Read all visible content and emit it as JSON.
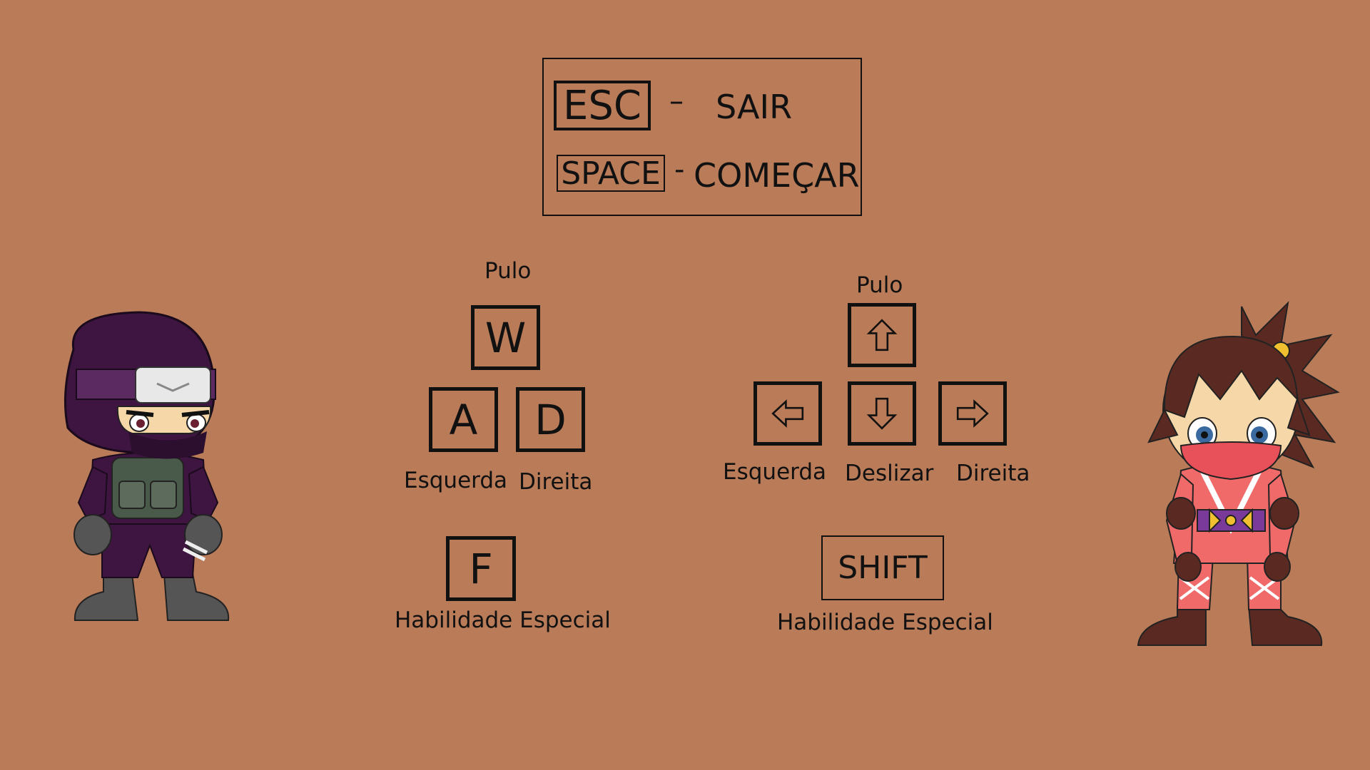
{
  "menu": {
    "esc_key": "ESC",
    "esc_dash": "–",
    "esc_action": "SAIR",
    "space_key": "SPACE",
    "space_dash": "-",
    "space_action": "COMEÇAR"
  },
  "player1": {
    "jump_label": "Pulo",
    "up_key": "W",
    "left_key": "A",
    "right_key": "D",
    "left_label": "Esquerda",
    "right_label": "Direita",
    "special_key": "F",
    "special_label": "Habilidade Especial"
  },
  "player2": {
    "jump_label": "Pulo",
    "up_icon": "arrow-up-icon",
    "left_icon": "arrow-left-icon",
    "down_icon": "arrow-down-icon",
    "right_icon": "arrow-right-icon",
    "left_label": "Esquerda",
    "down_label": "Deslizar",
    "right_label": "Direita",
    "special_key": "SHIFT",
    "special_label": "Habilidade Especial"
  },
  "characters": {
    "left": "purple-ninja-character",
    "right": "red-kunoichi-character"
  },
  "colors": {
    "background": "#B97B58",
    "ink": "#111111",
    "ninja_purple": "#3E1540",
    "kunoichi_red": "#F06A6A"
  }
}
